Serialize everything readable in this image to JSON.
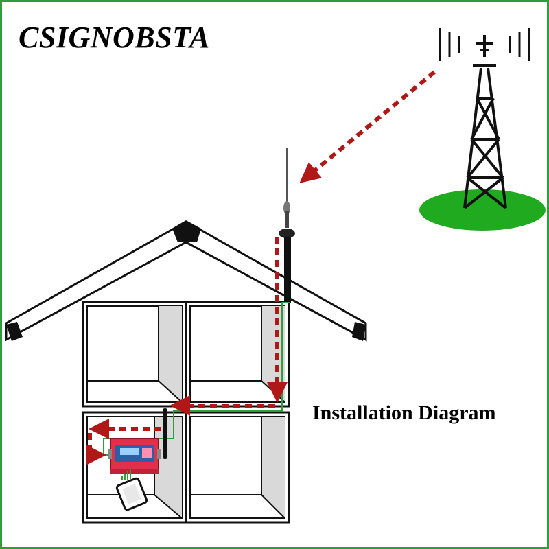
{
  "brand": {
    "name": "CSIGNOBSTA"
  },
  "diagram": {
    "title": "Installation Diagram",
    "border_color": "#2e9e3a",
    "signal_color": "#b01818",
    "cable_color": "#2e9e3a",
    "ground_color": "#1faa1f",
    "repeater_color": "#e0304a",
    "nodes": [
      {
        "name": "cell-tower-icon"
      },
      {
        "name": "outdoor-antenna-icon"
      },
      {
        "name": "house-roof"
      },
      {
        "name": "room-upper-left"
      },
      {
        "name": "room-upper-right"
      },
      {
        "name": "room-lower-left"
      },
      {
        "name": "room-lower-right"
      },
      {
        "name": "signal-repeater-icon"
      },
      {
        "name": "indoor-antenna-icon"
      },
      {
        "name": "mobile-phone-icon"
      }
    ]
  }
}
